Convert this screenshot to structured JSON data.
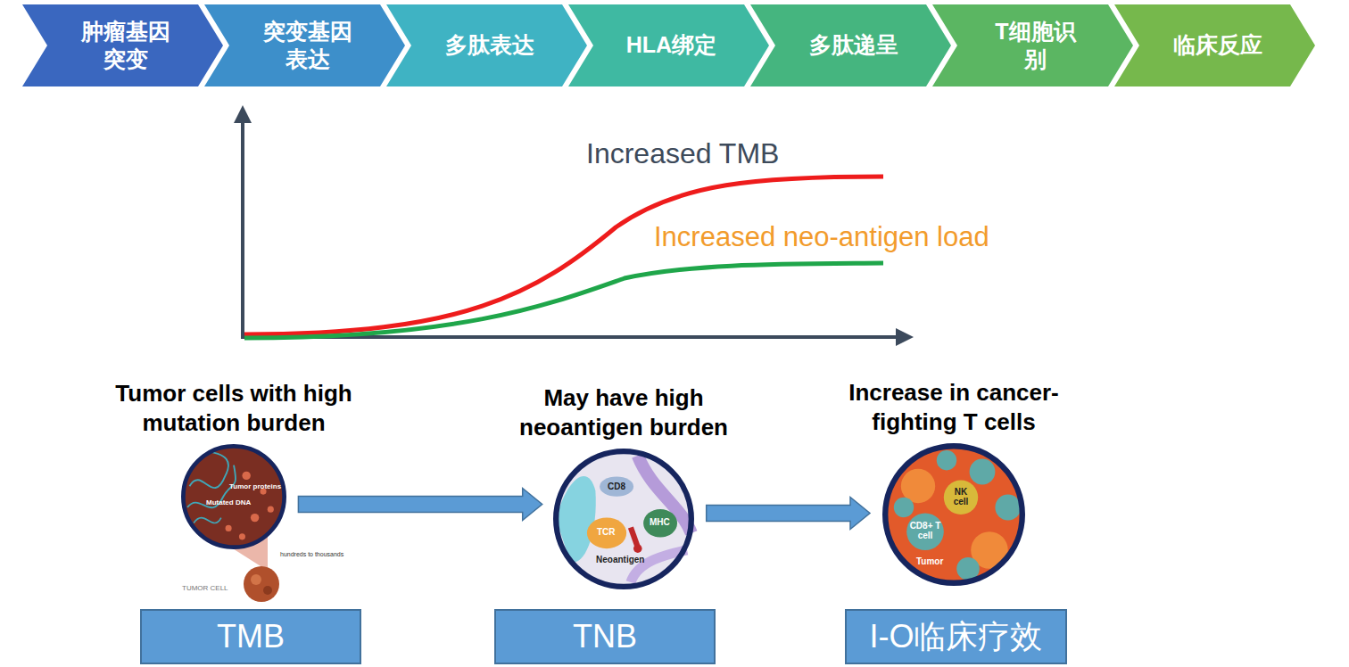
{
  "diagram": {
    "nodes": [
      {
        "text": [
          "肿瘤基因突变"
        ]
      },
      {
        "text": [
          "突变基因表达"
        ]
      },
      {
        "text": [
          "多肽表达"
        ]
      },
      {
        "text": [
          "HLA绑定"
        ]
      },
      {
        "text": [
          "多肽递呈"
        ]
      },
      {
        "text": [
          "T细胞识别"
        ]
      },
      {
        "text": [
          "临床反应"
        ]
      },
      {
        "text": [
          "Tumor cells with high mutation burden",
          "Tumor proteins",
          "Mutated DNA"
        ]
      },
      {
        "text": [
          "May have high neoantigen burden",
          "CD8",
          "TCR",
          "MHC",
          "Neoantigen"
        ]
      },
      {
        "text": [
          "Increase in cancer-fighting T cells",
          "NK cell",
          "CD8+ T cell",
          "Tumor"
        ]
      },
      {
        "text": [
          "TMB"
        ]
      },
      {
        "text": [
          "TNB"
        ]
      },
      {
        "text": [
          "I-O临床疗效"
        ]
      }
    ],
    "edges": [
      {
        "from": 7,
        "to": 8,
        "arrow": "to"
      },
      {
        "from": 8,
        "to": 9,
        "arrow": "to"
      }
    ],
    "labels": [
      "Increased TMB",
      "Increased neo-antigen load",
      "hundreds to thousands",
      "TUMOR CELL"
    ]
  }
}
